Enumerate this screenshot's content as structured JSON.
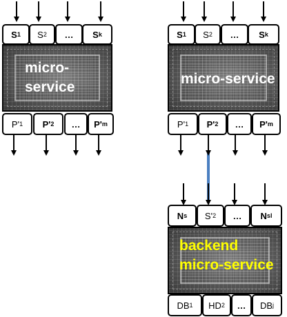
{
  "blocks": {
    "left": {
      "inputs": [
        {
          "base": "S",
          "sub": "1",
          "sup": "",
          "bold": true
        },
        {
          "base": "S",
          "sub": "2",
          "sup": "",
          "bold": false
        },
        {
          "base": "…",
          "sub": "",
          "sup": "",
          "bold": true
        },
        {
          "base": "S",
          "sub": "k",
          "sup": "",
          "bold": true
        }
      ],
      "label_line1": "micro-",
      "label_line2": "service",
      "outputs": [
        {
          "base": "P'",
          "sub": "1",
          "sup": "",
          "bold": false
        },
        {
          "base": "P'",
          "sub": "2",
          "sup": "",
          "bold": true
        },
        {
          "base": "…",
          "sub": "",
          "sup": "",
          "bold": true
        },
        {
          "base": "P'",
          "sub": "m",
          "sup": "",
          "bold": true
        }
      ]
    },
    "right": {
      "inputs": [
        {
          "base": "S",
          "sub": "1",
          "sup": "",
          "bold": true
        },
        {
          "base": "S",
          "sub": "2",
          "sup": "",
          "bold": false
        },
        {
          "base": "…",
          "sub": "",
          "sup": "",
          "bold": true
        },
        {
          "base": "S",
          "sub": "k",
          "sup": "",
          "bold": true
        }
      ],
      "label_line1": "micro-service",
      "outputs": [
        {
          "base": "P'",
          "sub": "1",
          "sup": "",
          "bold": false
        },
        {
          "base": "P'",
          "sub": "2",
          "sup": "",
          "bold": true
        },
        {
          "base": "…",
          "sub": "",
          "sup": "",
          "bold": true
        },
        {
          "base": "P'",
          "sub": "m",
          "sup": "",
          "bold": true
        }
      ]
    },
    "backend": {
      "inputs": [
        {
          "base": "N",
          "sub": "",
          "sup": "s",
          "bold": true
        },
        {
          "base": "S'",
          "sub": "2",
          "sup": "",
          "bold": false
        },
        {
          "base": "…",
          "sub": "",
          "sup": "",
          "bold": true
        },
        {
          "base": "N",
          "sub": "l",
          "sup": "s",
          "bold": true
        }
      ],
      "label_line1": "backend",
      "label_line2": "micro-service",
      "outputs": [
        {
          "base": "DB",
          "sub": "1",
          "sup": "",
          "bold": false
        },
        {
          "base": "HD",
          "sub": "2",
          "sup": "",
          "bold": false
        },
        {
          "base": "…",
          "sub": "",
          "sup": "",
          "bold": true
        },
        {
          "base": "DB",
          "sub": "j",
          "sup": "",
          "bold": false
        }
      ]
    }
  },
  "colors": {
    "connector": "#4a7fc1",
    "label_white": "#ffffff",
    "label_yellow": "#ffff00"
  }
}
